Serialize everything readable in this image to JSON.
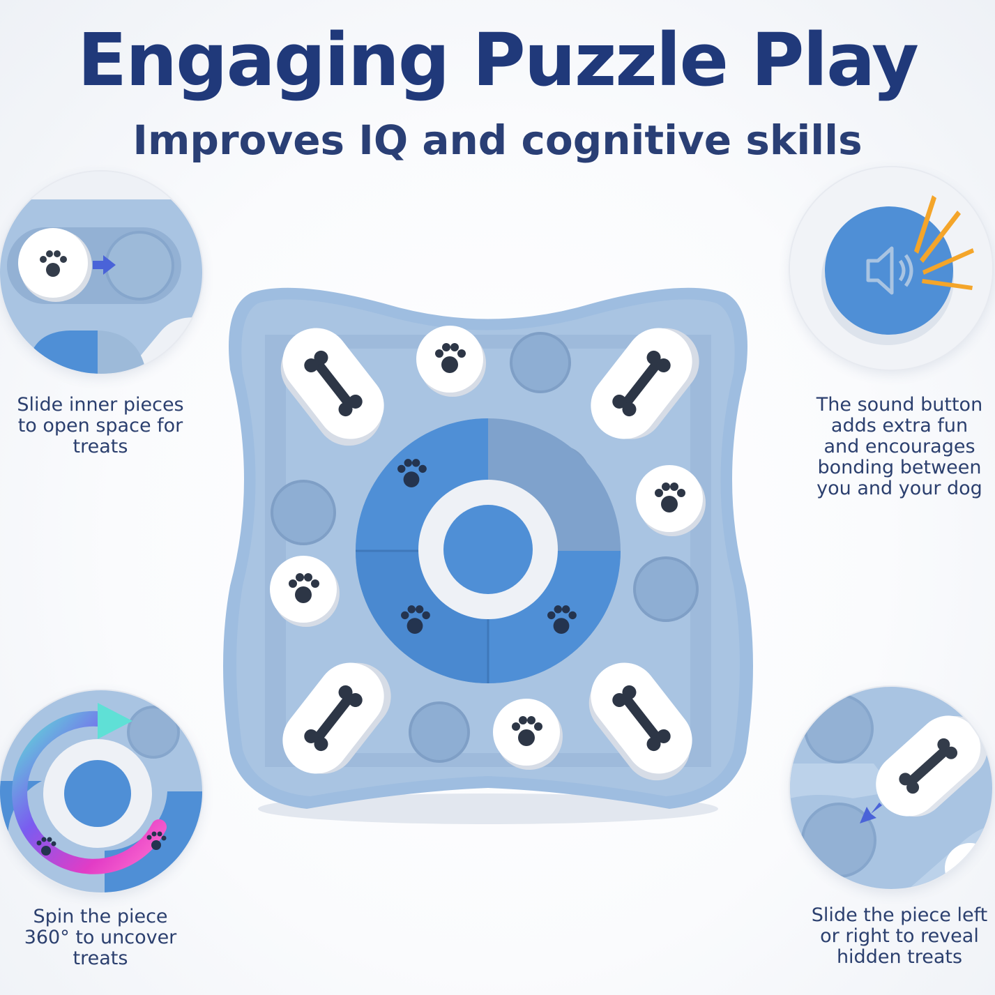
{
  "header": {
    "title": "Engaging Puzzle Play",
    "subtitle": "Improves IQ and cognitive skills"
  },
  "features": {
    "slide_inner": "Slide inner pieces\nto open space for\ntreats",
    "sound_button": "The sound button\nadds extra fun\nand encourages\nbonding between\nyou and your dog",
    "spin_piece": "Spin the piece\n360° to uncover\ntreats",
    "slide_piece": "Slide the piece left\nor right to reveal\nhidden treats"
  },
  "colors": {
    "title": "#20397a",
    "base_blue": "#a9c4e2",
    "accent_blue": "#4f8fd6",
    "arrow_blue": "#4a63d8",
    "sound_lines": "#f4a52a",
    "slider_white": "#ffffff"
  },
  "icons": [
    "paw-icon",
    "bone-icon",
    "speaker-icon",
    "arrow-right-icon",
    "rotate-arrow-icon"
  ]
}
